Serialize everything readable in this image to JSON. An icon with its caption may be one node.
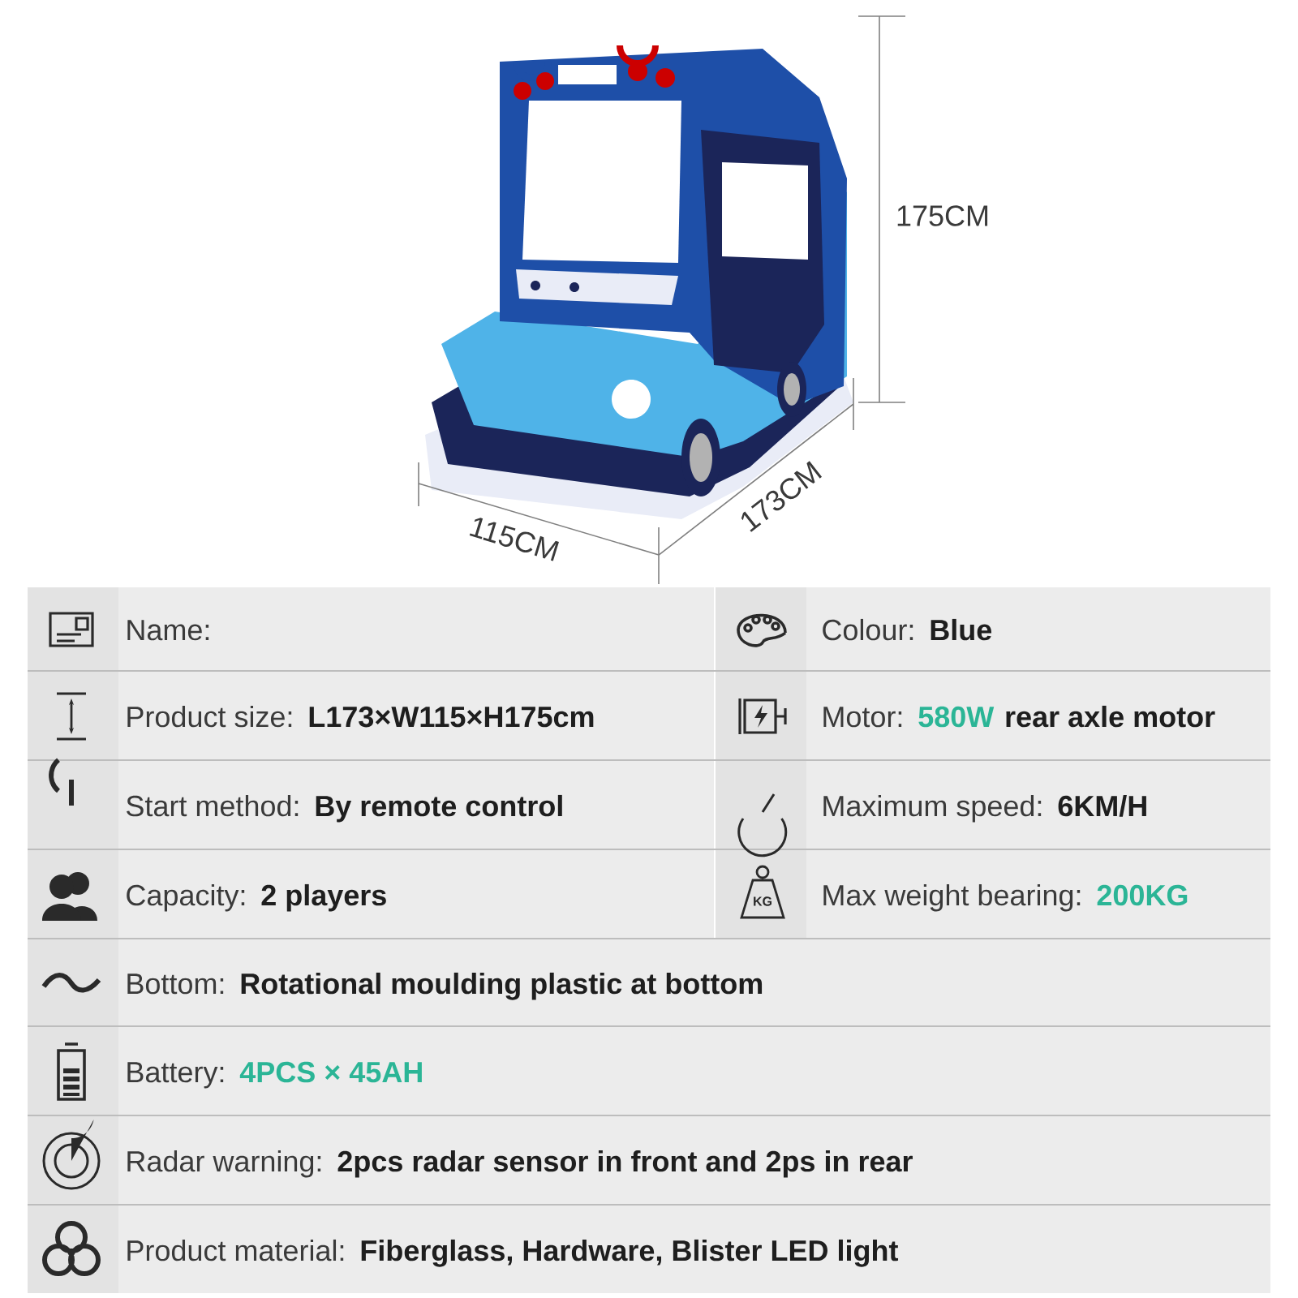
{
  "diagram": {
    "labels": [
      "175CM",
      "115CM",
      "173CM",
      "Name:",
      "Colour:",
      "Blue",
      "Product size:",
      "L173×W115×H175cm",
      "Motor:",
      "580W",
      "rear axle motor",
      "Start method:",
      "By remote control",
      "Maximum speed:",
      "6KM/H",
      "Capacity:",
      "2 players",
      "Max weight bearing:",
      "200KG",
      "Bottom:",
      "Rotational moulding plastic at bottom",
      "Battery:",
      "4PCS × 45AH",
      "Radar warning:",
      "2pcs radar sensor in front and 2ps in rear",
      "Product material:",
      "Fiberglass, Hardware, Blister LED light",
      "KG"
    ]
  }
}
